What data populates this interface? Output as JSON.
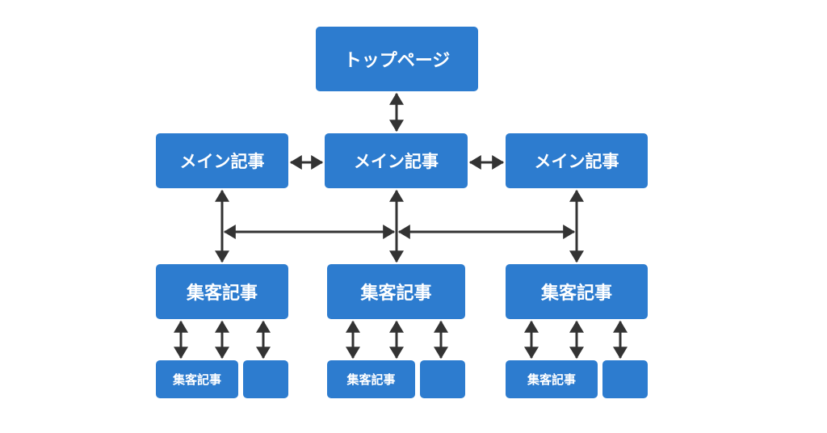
{
  "colors": {
    "node_fill": "#2d7ccf",
    "connector": "#333333",
    "background": "#ffffff"
  },
  "top": {
    "label": "トップページ"
  },
  "main_articles": [
    {
      "label": "メイン記事"
    },
    {
      "label": "メイン記事"
    },
    {
      "label": "メイン記事"
    }
  ],
  "traffic_articles": [
    {
      "label": "集客記事"
    },
    {
      "label": "集客記事"
    },
    {
      "label": "集客記事"
    }
  ],
  "sub_articles": [
    {
      "label": "集客記事"
    },
    {
      "label": "集客記事"
    },
    {
      "label": "集客記事"
    }
  ]
}
